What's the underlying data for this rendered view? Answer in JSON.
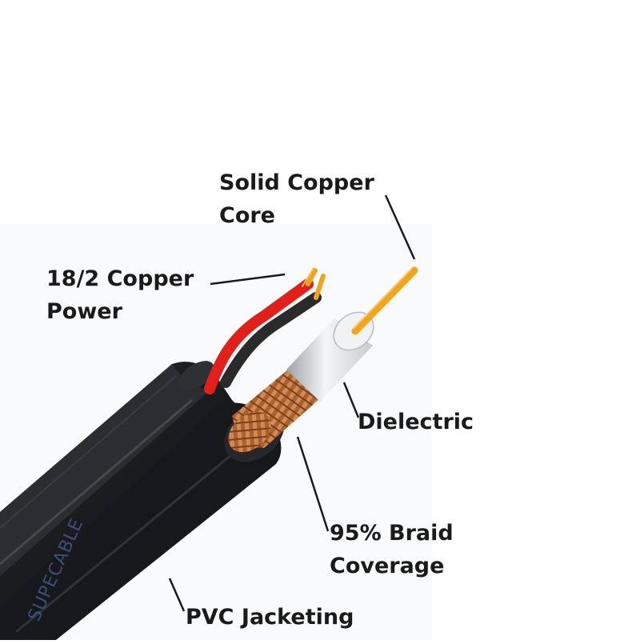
{
  "labels": {
    "core": {
      "line1": "Solid Copper",
      "line2": "Core"
    },
    "power": {
      "line1": "18/2 Copper",
      "line2": "Power"
    },
    "dielectric": "Dielectric",
    "braid": {
      "line1": "95% Braid",
      "line2": "Coverage"
    },
    "jacket": "PVC Jacketing"
  },
  "watermark": "SUPECABLE",
  "colors": {
    "jacket": "#1c1d20",
    "copper": "#f2a51c",
    "dielectric": "#e6e8ea",
    "braid": "#b56a37",
    "red_wire": "#e2201b",
    "black_wire": "#2a2a2a",
    "watermark": "#5b79c9"
  }
}
